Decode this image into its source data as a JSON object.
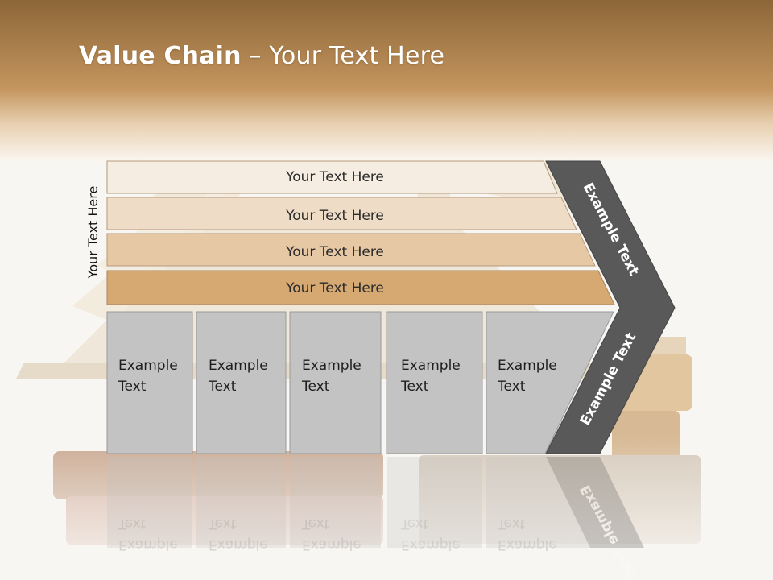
{
  "title": {
    "bold": "Value Chain",
    "rest": " – Your Text Here"
  },
  "side_label": "Your Text Here",
  "rows": [
    {
      "label": "Your Text Here",
      "color": "#f5ece2"
    },
    {
      "label": "Your Text Here",
      "color": "#efdcc7"
    },
    {
      "label": "Your Text Here",
      "color": "#e6c8a4"
    },
    {
      "label": "Your Text Here",
      "color": "#d6a872"
    }
  ],
  "boxes": [
    {
      "line1": "Example",
      "line2": "Text"
    },
    {
      "line1": "Example",
      "line2": "Text"
    },
    {
      "line1": "Example",
      "line2": "Text"
    },
    {
      "line1": "Example",
      "line2": "Text"
    },
    {
      "line1": "Example",
      "line2": "Text"
    }
  ],
  "chevron": {
    "upper_label": "Example Text",
    "lower_label": "Example Text"
  },
  "colors": {
    "header": "#b8874f",
    "box_fill": "#c3c3c3",
    "chevron_fill": "#595959"
  }
}
